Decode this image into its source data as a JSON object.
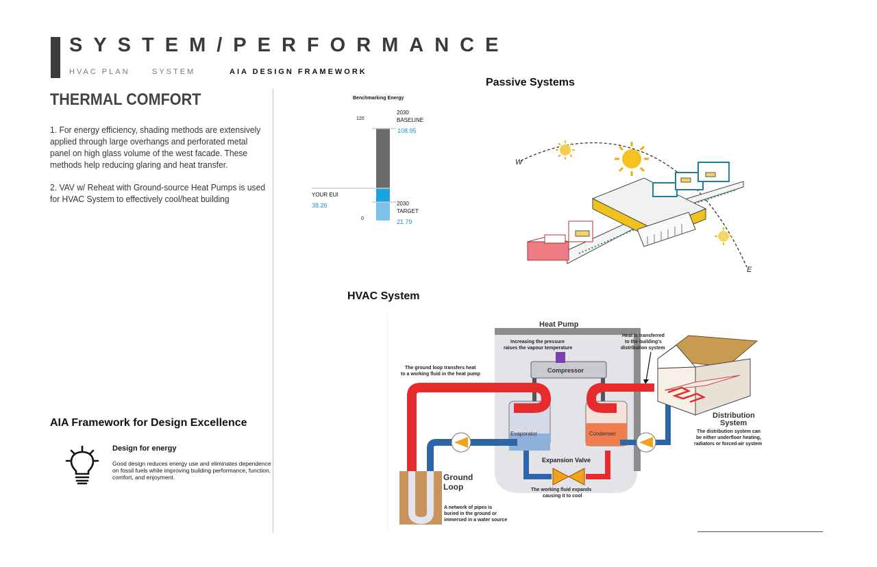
{
  "header": {
    "title": "SYSTEM/PERFORMANCE",
    "tabs": [
      {
        "label": "HVAC PLAN",
        "active": false
      },
      {
        "label": "SYSTEM",
        "active": false
      },
      {
        "label": "AIA DESIGN FRAMEWORK",
        "active": true
      }
    ]
  },
  "left": {
    "heading": "THERMAL COMFORT",
    "paragraphs": [
      "1. For energy efficiency, shading methods are extensively applied through large overhangs and perforated metal panel on high glass volume of  the west facade. These methods help reducing glaring and heat transfer.",
      "2. VAV w/ Reheat with Ground-source Heat Pumps is used for HVAC System to effectively cool/heat building"
    ],
    "aia": {
      "heading": "AIA Framework for Design Excellence",
      "subheading": "Design for energy",
      "description": "Good design reduces energy use and eliminates dependence on fossil fuels while improving building performance, function, comfort, and enjoyment.",
      "icon": "lightbulb-icon"
    }
  },
  "chart_data": {
    "type": "bar",
    "title": "Benchmarking Energy",
    "ylim": [
      0,
      120
    ],
    "tick_labels": [
      "120",
      "0"
    ],
    "values": {
      "baseline": 108.95,
      "your_eui": 38.26,
      "target": 21.79
    },
    "labels": {
      "baseline_line1": "2030",
      "baseline_line2": "BASELINE",
      "baseline_value": "108.95",
      "eui": "YOUR EUI",
      "eui_value": "38.26",
      "target_line1": "2030",
      "target_line2": "TARGET",
      "target_value": "21.79"
    },
    "colors": {
      "baseline": "#6b6b6b",
      "your_eui": "#1aa3dc",
      "target": "#7ec2ec",
      "value_text": "#1c8fd0"
    }
  },
  "passive": {
    "title": "Passive Systems",
    "compass": {
      "west": "W",
      "east": "E"
    }
  },
  "hvac": {
    "title": "HVAC System",
    "diagram": {
      "heat_pump": "Heat Pump",
      "pressure_note": [
        "Increasing the pressure",
        "raises the vapour temperature"
      ],
      "transfer_note": [
        "Heat is transferred",
        "to the building's",
        "distribution system"
      ],
      "ground_note": [
        "The ground loop transfers heat",
        "to a working fluid in the heat pump"
      ],
      "compressor": "Compressor",
      "evaporator": "Evaporator",
      "condenser": "Condenser",
      "expansion_valve": "Expansion Valve",
      "working_fluid_note": [
        "The working fluid expands",
        "causing it to cool"
      ],
      "ground_loop": [
        "Ground",
        "Loop"
      ],
      "pipes_note": [
        "A network of pipes is",
        "buried in the ground or",
        "immersed in a water source"
      ],
      "distribution_title": [
        "Distribution",
        "System"
      ],
      "distribution_note": [
        "The distribution system can",
        "be either underfloor heating,",
        "radiators or forced-air system"
      ]
    }
  }
}
